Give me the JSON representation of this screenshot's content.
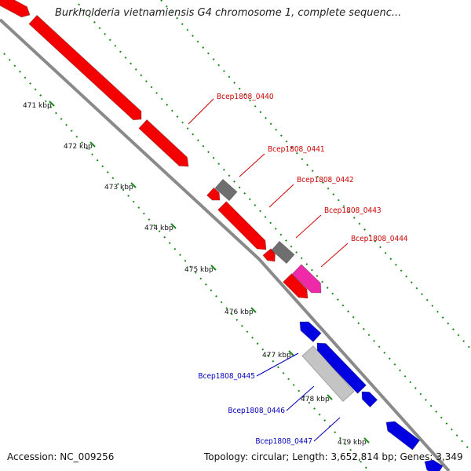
{
  "title": "Burkholderia vietnamiensis G4 chromosome 1, complete sequenc...",
  "accession": "Accession: NC_009256",
  "summary": "Topology: circular; Length: 3,652,814 bp; Genes: 3,349",
  "colors": {
    "background": "#ffffff",
    "backbone": "#8a8a8a",
    "forward_gene": "#f50000",
    "reverse_gene": "#0000e0",
    "grey_gene": "#6f6f6f",
    "light_gene": "#c4c4c4",
    "pink_gene": "#ee2aa8",
    "dots": "#1a8a1a",
    "red_label": "#cc0000",
    "blue_label": "#0000bb"
  },
  "ticks": [
    "471 kbp",
    "472 kbp",
    "473 kbp",
    "474 kbp",
    "475 kbp",
    "476 kbp",
    "477 kbp",
    "478 kbp",
    "479 kbp"
  ],
  "genes": [
    {
      "name": "Bcep1808_0440",
      "strand": "forward"
    },
    {
      "name": "Bcep1808_0441",
      "strand": "forward"
    },
    {
      "name": "Bcep1808_0442",
      "strand": "forward"
    },
    {
      "name": "Bcep1808_0443",
      "strand": "forward"
    },
    {
      "name": "Bcep1808_0444",
      "strand": "forward"
    },
    {
      "name": "Bcep1808_0445",
      "strand": "reverse"
    },
    {
      "name": "Bcep1808_0446",
      "strand": "reverse"
    },
    {
      "name": "Bcep1808_0447",
      "strand": "reverse"
    }
  ]
}
